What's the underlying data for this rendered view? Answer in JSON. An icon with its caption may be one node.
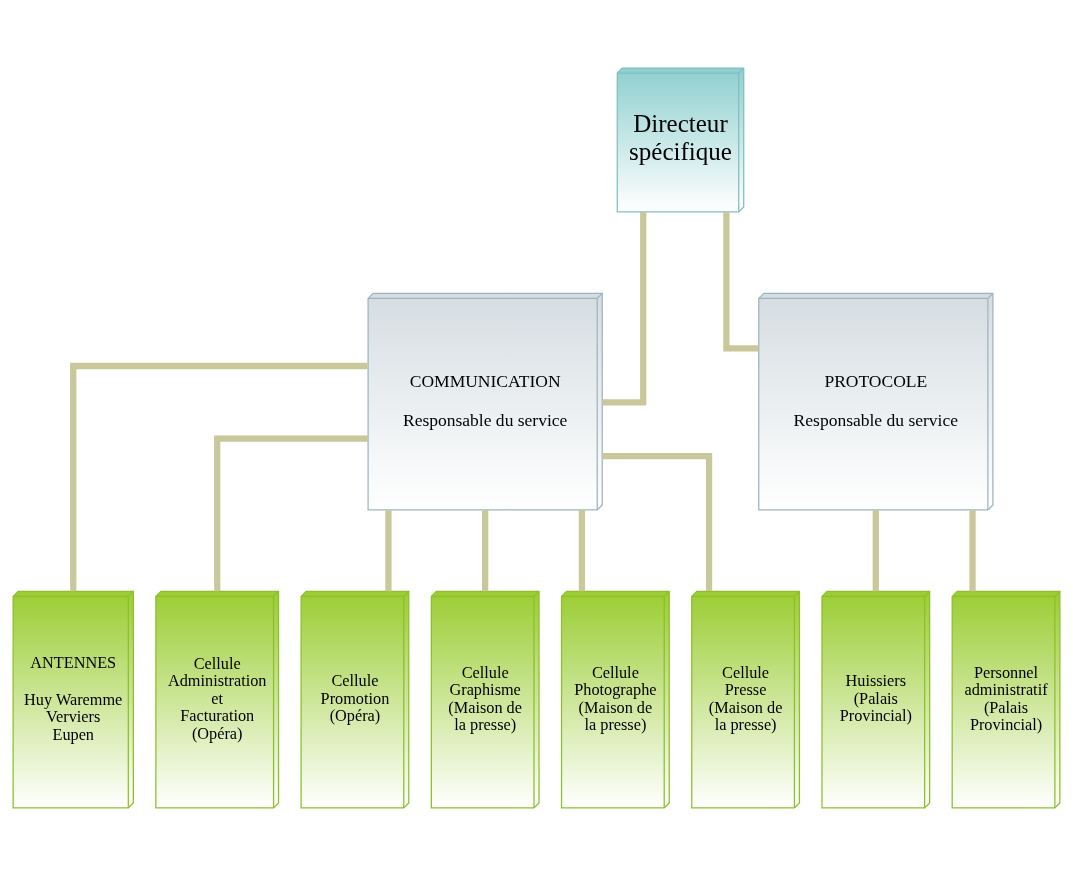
{
  "diagram": {
    "nodes": [
      {
        "text": [
          "Directeur spécifique"
        ]
      },
      {
        "text": [
          "COMMUNICATION",
          "Responsable du service"
        ]
      },
      {
        "text": [
          "PROTOCOLE",
          "Responsable du service"
        ]
      },
      {
        "text": [
          "ANTENNES",
          "Huy Waremme Verviers Eupen"
        ]
      },
      {
        "text": [
          "Cellule Administration et Facturation (Opéra)"
        ]
      },
      {
        "text": [
          "Cellule Promotion (Opéra)"
        ]
      },
      {
        "text": [
          "Cellule Graphisme (Maison de la presse)"
        ]
      },
      {
        "text": [
          "Cellule Photographe (Maison de la presse)"
        ]
      },
      {
        "text": [
          "Cellule Presse (Maison de la presse)"
        ]
      },
      {
        "text": [
          "Huissiers (Palais Provincial)"
        ]
      },
      {
        "text": [
          "Personnel administratif (Palais Provincial)"
        ]
      }
    ],
    "edges": [
      {
        "from": 0,
        "to": 1,
        "arrow": "none"
      },
      {
        "from": 0,
        "to": 2,
        "arrow": "none"
      },
      {
        "from": 1,
        "to": 3,
        "arrow": "none"
      },
      {
        "from": 1,
        "to": 4,
        "arrow": "none"
      },
      {
        "from": 1,
        "to": 5,
        "arrow": "none"
      },
      {
        "from": 1,
        "to": 6,
        "arrow": "none"
      },
      {
        "from": 1,
        "to": 7,
        "arrow": "none"
      },
      {
        "from": 1,
        "to": 8,
        "arrow": "none"
      },
      {
        "from": 2,
        "to": 9,
        "arrow": "none"
      },
      {
        "from": 2,
        "to": 10,
        "arrow": "none"
      }
    ]
  }
}
